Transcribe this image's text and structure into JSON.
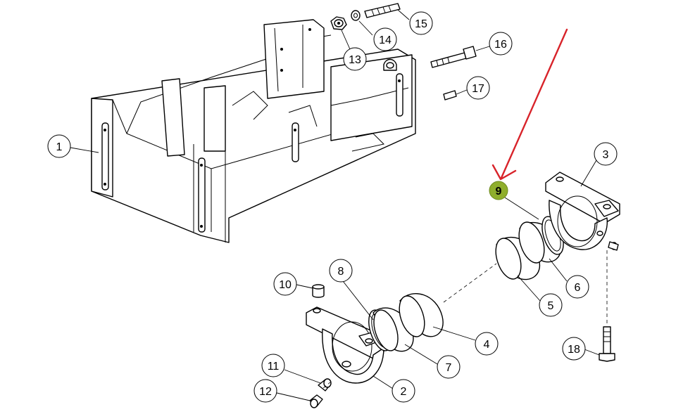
{
  "callouts": [
    {
      "label": "1"
    },
    {
      "label": "2"
    },
    {
      "label": "3"
    },
    {
      "label": "4"
    },
    {
      "label": "5"
    },
    {
      "label": "6"
    },
    {
      "label": "7"
    },
    {
      "label": "8"
    },
    {
      "label": "9"
    },
    {
      "label": "10"
    },
    {
      "label": "11"
    },
    {
      "label": "12"
    },
    {
      "label": "13"
    },
    {
      "label": "14"
    },
    {
      "label": "15"
    },
    {
      "label": "16"
    },
    {
      "label": "17"
    },
    {
      "label": "18"
    }
  ],
  "colors": {
    "line": "#000000",
    "background": "#ffffff",
    "highlight_arrow": "#d8232a",
    "highlight_marker": "#8fae2c"
  }
}
